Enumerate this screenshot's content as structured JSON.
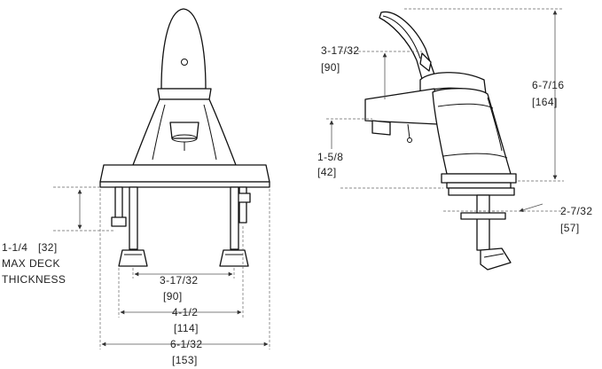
{
  "front_view": {
    "deck_thickness": {
      "inch": "1-1/4",
      "mm": "[32]",
      "line1": "MAX DECK",
      "line2": "THICKNESS"
    },
    "supply_spacing": {
      "inch": "3-17/32",
      "mm": "[90]"
    },
    "centerset": {
      "inch": "4-1/2",
      "mm": "[114]"
    },
    "deckplate_width": {
      "inch": "6-1/32",
      "mm": "[153]"
    }
  },
  "side_view": {
    "spout_height": {
      "inch": "3-17/32",
      "mm": "[90]"
    },
    "total_height": {
      "inch": "6-7/16",
      "mm": "[164]"
    },
    "aerator_height": {
      "inch": "1-5/8",
      "mm": "[42]"
    },
    "below_deck": {
      "inch": "2-7/32",
      "mm": "[57]"
    }
  },
  "colors": {
    "line": "#111111",
    "dimension_line": "#555555",
    "text": "#222222",
    "background": "#ffffff"
  }
}
